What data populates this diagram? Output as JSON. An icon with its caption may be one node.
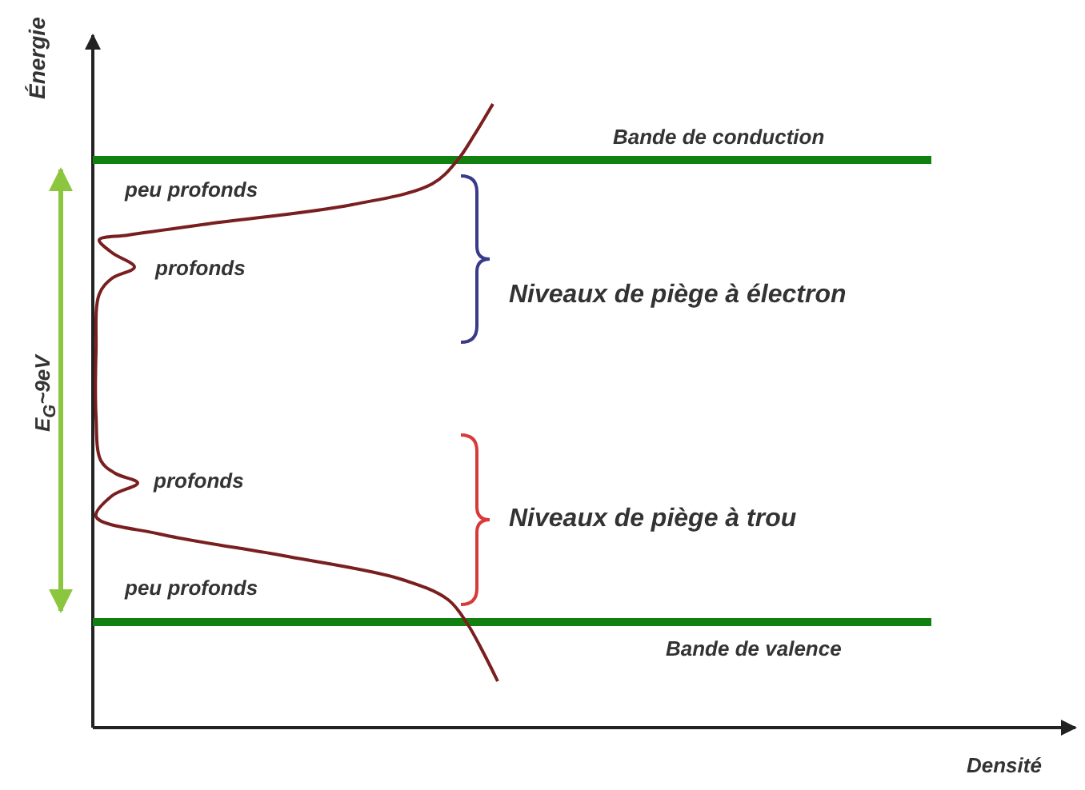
{
  "diagram": {
    "labels": [
      "Énergie",
      "E$_{G}$~9eV",
      "Bande de conduction",
      "peu profonds",
      "profonds",
      "Niveaux de piège à électron",
      "profonds",
      "Niveaux de piège à trou",
      "peu profonds",
      "Bande de valence",
      "Densité"
    ]
  }
}
